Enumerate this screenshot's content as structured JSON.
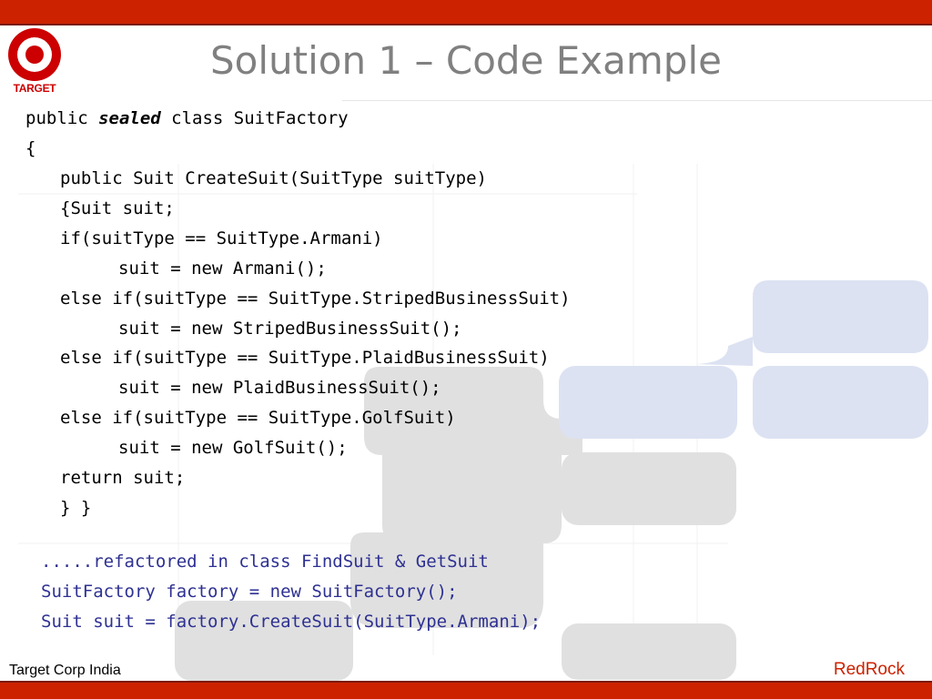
{
  "header": {
    "brand_color": "#cc2200",
    "logo_text": "TARGET",
    "title": "Solution 1 – Code Example"
  },
  "code": {
    "line1_pre": "public ",
    "line1_kw": "sealed",
    "line1_post": " class SuitFactory",
    "line2": "{",
    "line3": "public Suit CreateSuit(SuitType suitType)",
    "line4": "{Suit suit;",
    "line5": "if(suitType == SuitType.Armani)",
    "line6": "suit = new Armani();",
    "line7": "else if(suitType == SuitType.StripedBusinessSuit)",
    "line8": "suit = new StripedBusinessSuit();",
    "line9": "else if(suitType == SuitType.PlaidBusinessSuit)",
    "line10": "suit = new PlaidBusinessSuit();",
    "line11": "else if(suitType == SuitType.GolfSuit)",
    "line12": "suit = new GolfSuit();",
    "line13": "return suit;",
    "line14": "} }"
  },
  "usage": {
    "line1": ".....refactored in class FindSuit & GetSuit",
    "line2": "SuitFactory factory = new SuitFactory();",
    "line3": "Suit suit = factory.CreateSuit(SuitType.Armani);",
    "color": "#2e3192"
  },
  "footer": {
    "left": "Target Corp India",
    "right": "RedRock"
  }
}
